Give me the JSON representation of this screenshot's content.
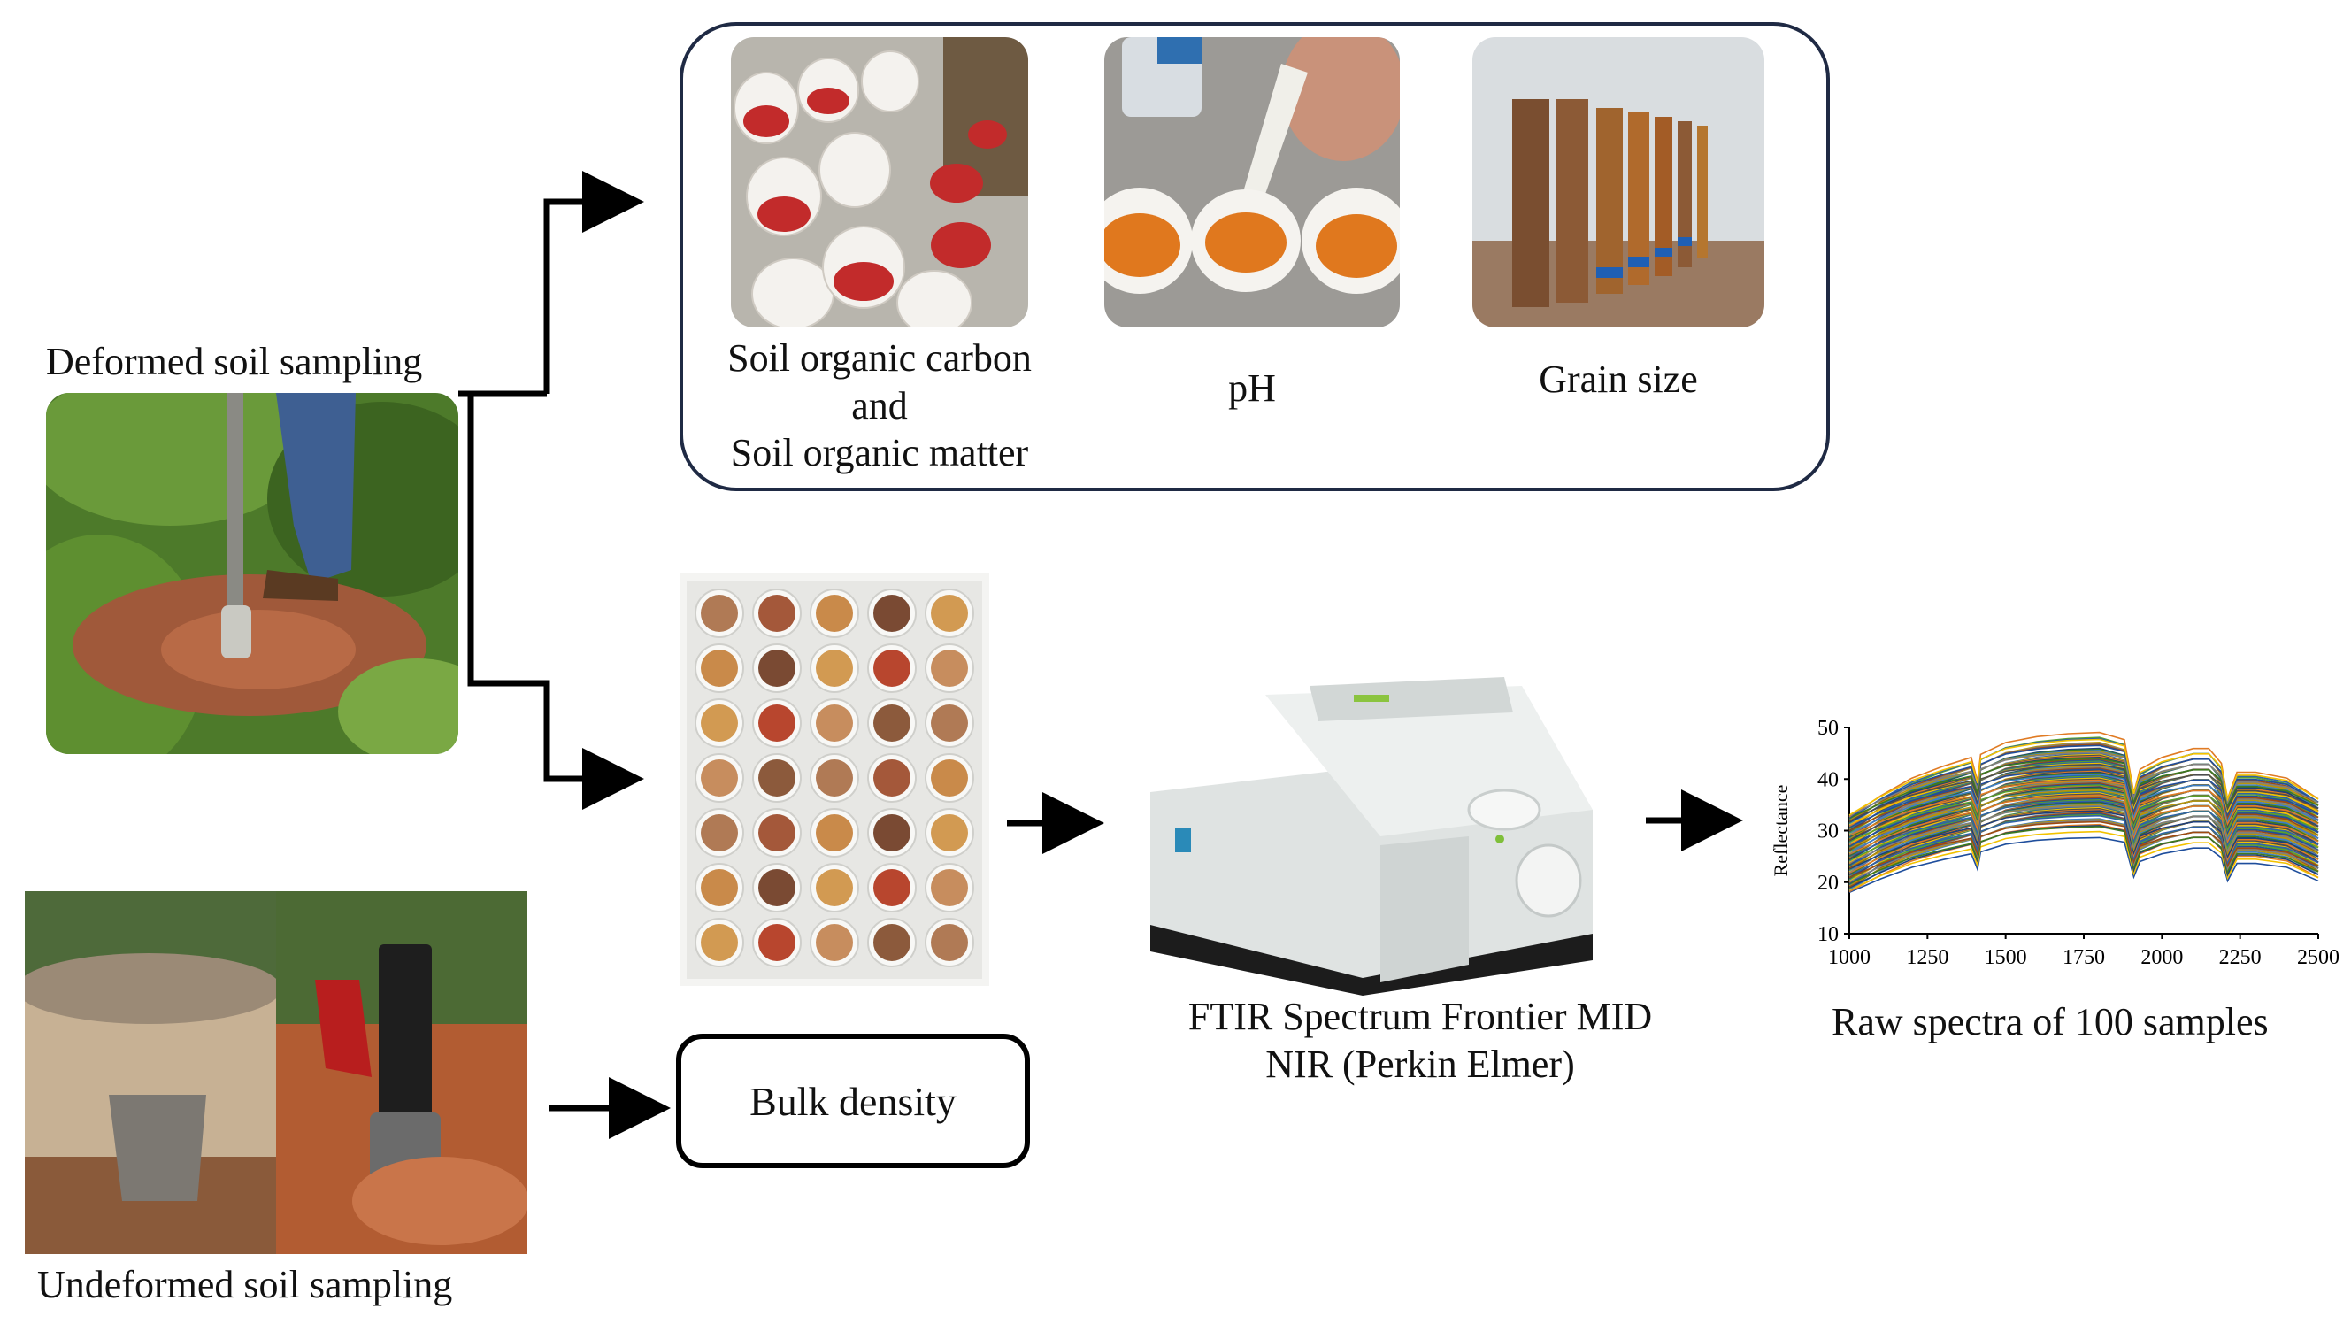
{
  "labels": {
    "deformed": "Deformed soil sampling",
    "undeformed": "Undeformed soil sampling",
    "soc_line1": "Soil organic carbon",
    "soc_line2": "and",
    "soc_line3": "Soil organic matter",
    "ph": "pH",
    "grain": "Grain size",
    "bulk": "Bulk density",
    "ftir_line1": "FTIR Spectrum Frontier MID",
    "ftir_line2": "NIR  (Perkin Elmer)",
    "raw": "Raw spectra of 100 samples"
  },
  "chart_data": {
    "type": "line",
    "ylabel": "Reflectance",
    "xlabel": "",
    "x_ticks": [
      "1000",
      "1250",
      "1500",
      "1750",
      "2000",
      "2250",
      "2500"
    ],
    "y_ticks": [
      "10",
      "20",
      "30",
      "40",
      "50"
    ],
    "xlim": [
      1000,
      2500
    ],
    "ylim": [
      10,
      50
    ],
    "n_series": 100,
    "series_template": {
      "x": [
        1000,
        1100,
        1200,
        1300,
        1390,
        1410,
        1420,
        1500,
        1600,
        1700,
        1800,
        1880,
        1910,
        1930,
        2000,
        2100,
        2150,
        2190,
        2210,
        2240,
        2300,
        2400,
        2500
      ],
      "shape": [
        0,
        3.5,
        6.5,
        8.5,
        10,
        6,
        10.5,
        12.5,
        13.5,
        14,
        14.2,
        13,
        4,
        8,
        10,
        11.5,
        11.5,
        9,
        3,
        7.5,
        7.5,
        6.5,
        3
      ]
    },
    "start_range": [
      18,
      33
    ],
    "colors": [
      "#1f4e9c",
      "#e07b24",
      "#7f7f7f",
      "#f2c200",
      "#3d7ec9",
      "#5aa02c",
      "#1c3f7a",
      "#9e4a10",
      "#4d4d4d",
      "#b8940a",
      "#2f62a8",
      "#3e7a1e"
    ]
  }
}
